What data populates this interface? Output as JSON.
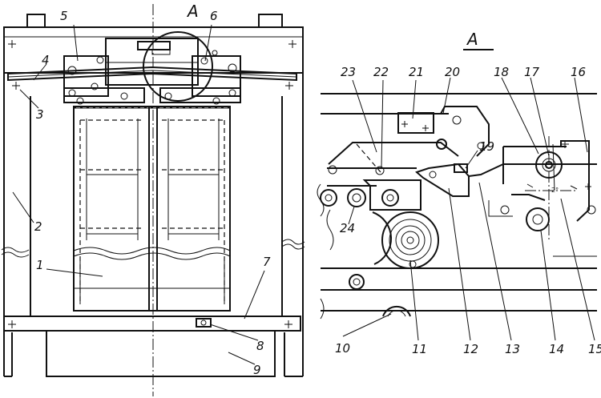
{
  "view_labels": {
    "detail_marker": "A",
    "detail_title": "A"
  },
  "callouts": [
    {
      "id": "c1",
      "text": "1"
    },
    {
      "id": "c2",
      "text": "2"
    },
    {
      "id": "c3",
      "text": "3"
    },
    {
      "id": "c4",
      "text": "4"
    },
    {
      "id": "c5",
      "text": "5"
    },
    {
      "id": "c6",
      "text": "6"
    },
    {
      "id": "c7",
      "text": "7"
    },
    {
      "id": "c8",
      "text": "8"
    },
    {
      "id": "c9",
      "text": "9"
    },
    {
      "id": "c10",
      "text": "10"
    },
    {
      "id": "c11",
      "text": "11"
    },
    {
      "id": "c12",
      "text": "12"
    },
    {
      "id": "c13",
      "text": "13"
    },
    {
      "id": "c14",
      "text": "14"
    },
    {
      "id": "c15",
      "text": "15"
    },
    {
      "id": "c16",
      "text": "16"
    },
    {
      "id": "c17",
      "text": "17"
    },
    {
      "id": "c18",
      "text": "18"
    },
    {
      "id": "c19",
      "text": "19"
    },
    {
      "id": "c20",
      "text": "20"
    },
    {
      "id": "c21",
      "text": "21"
    },
    {
      "id": "c22",
      "text": "22"
    },
    {
      "id": "c23",
      "text": "23"
    },
    {
      "id": "c24",
      "text": "24"
    }
  ]
}
